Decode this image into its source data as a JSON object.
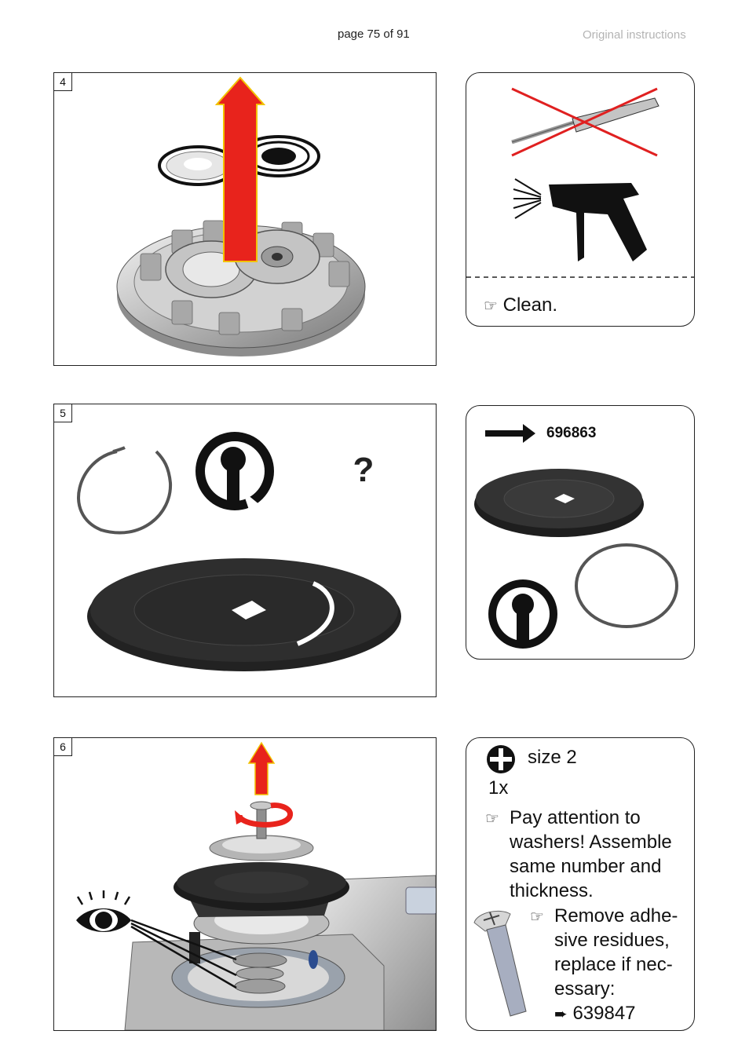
{
  "header": {
    "page_number": "page 75 of 91",
    "doc_label": "Original instructions"
  },
  "steps": [
    {
      "number": "4"
    },
    {
      "number": "5",
      "question_mark": "?"
    },
    {
      "number": "6"
    }
  ],
  "cards": {
    "clean": {
      "bullet": "☞",
      "text": "Clean."
    },
    "part": {
      "part_number": "696863"
    },
    "screw": {
      "size_text": "size 2",
      "quantity": "1x",
      "bullet": "☞",
      "lines": [
        "Pay attention to",
        "washers! Assemble",
        "same number and",
        "thickness."
      ],
      "sub_bullet": "☞",
      "sub_lines": [
        "Remove adhe-",
        "sive residues,",
        "replace if nec-",
        "essary:"
      ],
      "ref_arrow": "➨",
      "ref_part": "639847"
    }
  },
  "colors": {
    "arrow_red": "#e8231c",
    "arrow_outline": "#f2c200",
    "cross_red": "#e02020"
  }
}
